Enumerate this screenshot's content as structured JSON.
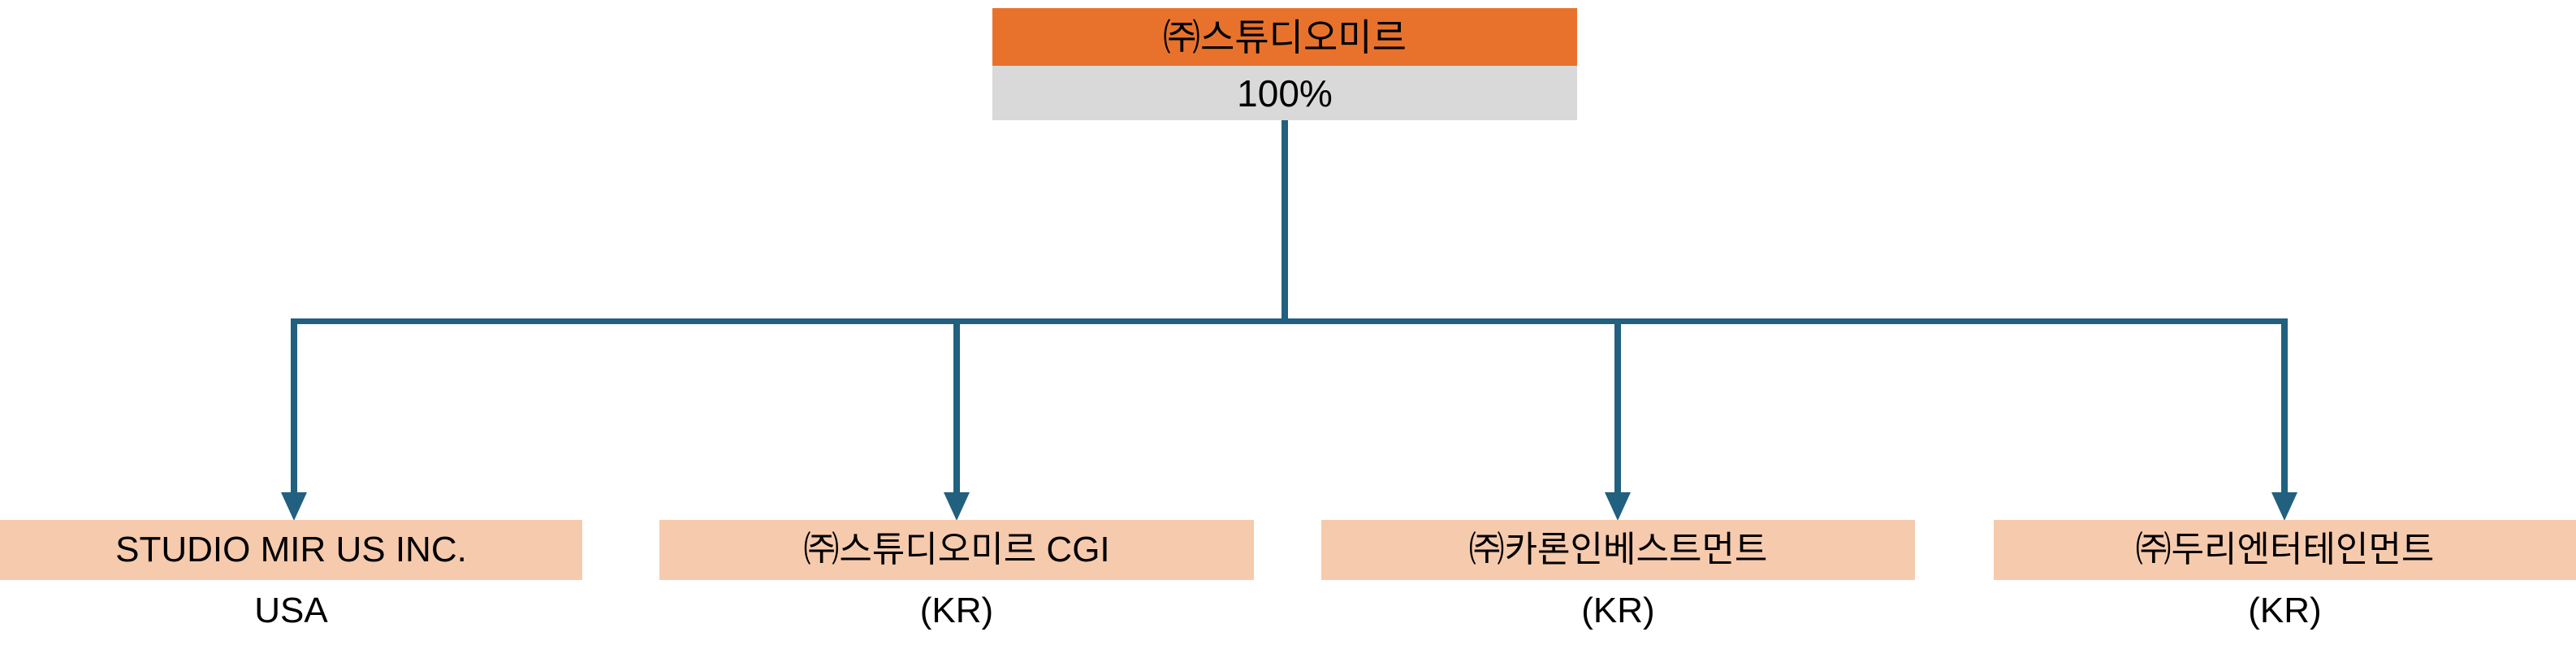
{
  "colors": {
    "orange": "#e8722c",
    "gray": "#d9d9d9",
    "peach": "#f6caac",
    "line": "#21607e",
    "text": "#000000"
  },
  "parent": {
    "name": "㈜스튜디오미르",
    "ownership": "100%"
  },
  "children": [
    {
      "name": "STUDIO MIR US INC.",
      "country": "USA"
    },
    {
      "name": "㈜스튜디오미르 CGI",
      "country": "(KR)"
    },
    {
      "name": "㈜카론인베스트먼트",
      "country": "(KR)"
    },
    {
      "name": "㈜두리엔터테인먼트",
      "country": "(KR)"
    }
  ]
}
